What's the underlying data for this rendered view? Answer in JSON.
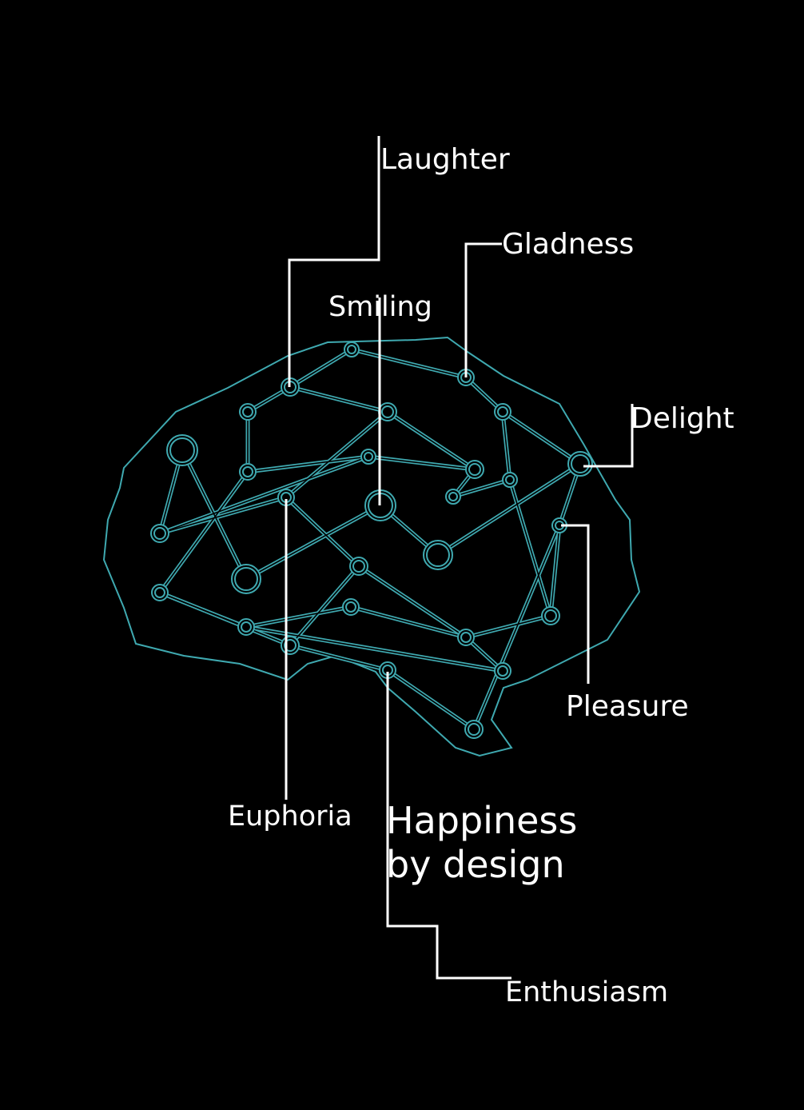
{
  "colors": {
    "background": "#000000",
    "network": "#3fa9b0",
    "leader": "#ffffff",
    "text": "#ffffff"
  },
  "labels": {
    "laughter": "Laughter",
    "gladness": "Gladness",
    "smiling": "Smiling",
    "delight": "Delight",
    "pleasure": "Pleasure",
    "euphoria": "Euphoria",
    "enthusiasm": "Enthusiasm"
  },
  "title": {
    "line1": "Happiness",
    "line2": "by design"
  }
}
